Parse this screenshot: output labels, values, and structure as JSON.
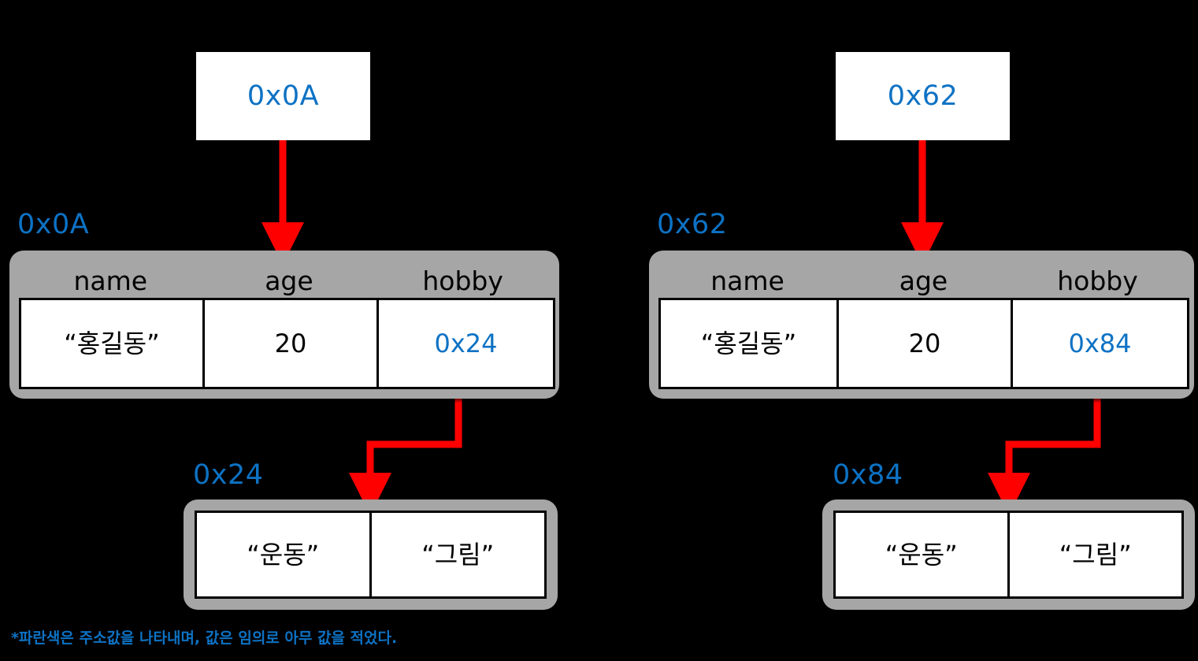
{
  "diagram": {
    "background_color": "#000000",
    "accent_address_color": "#0d72c4",
    "arrow_color": "#ff0000",
    "shell_color": "#a6a6a6",
    "cell_color": "#ffffff"
  },
  "pointers": [
    {
      "id": "ptr-left",
      "value": "0x0A"
    },
    {
      "id": "ptr-right",
      "value": "0x62"
    }
  ],
  "structs": [
    {
      "id": "struct-left",
      "address_label": "0x0A",
      "headers": [
        "name",
        "age",
        "hobby"
      ],
      "values": [
        "“홍길동”",
        "20",
        "0x24"
      ],
      "pointer_field_index": 2
    },
    {
      "id": "struct-right",
      "address_label": "0x62",
      "headers": [
        "name",
        "age",
        "hobby"
      ],
      "values": [
        "“홍길동”",
        "20",
        "0x84"
      ],
      "pointer_field_index": 2
    }
  ],
  "arrays": [
    {
      "id": "array-left",
      "address_label": "0x24",
      "items": [
        "“운동”",
        "“그림”"
      ]
    },
    {
      "id": "array-right",
      "address_label": "0x84",
      "items": [
        "“운동”",
        "“그림”"
      ]
    }
  ],
  "footnote": {
    "text": "*파란색은 주소값을 나타내며, 값은 임의로 아무 값을 적었다."
  }
}
